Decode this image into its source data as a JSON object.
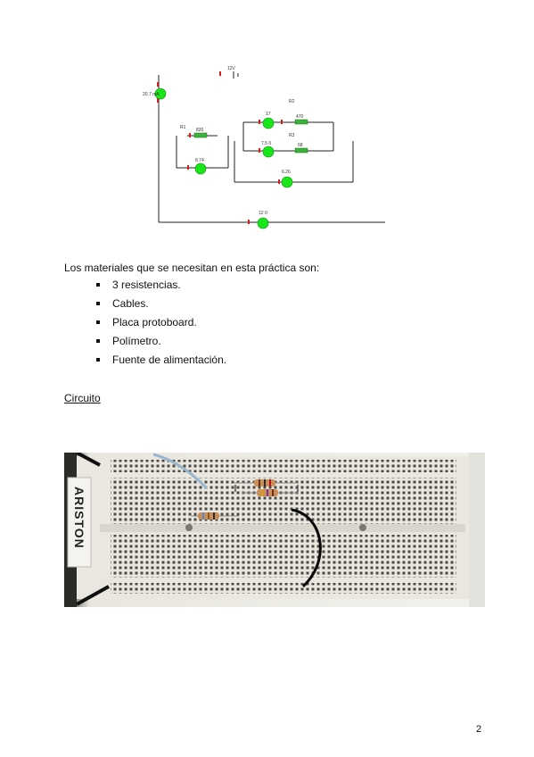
{
  "circuit": {
    "supply_label": "12V",
    "meter_labels": [
      "20.7 mA",
      "17",
      "7.5 0",
      "8.74",
      "6.26",
      "12 0"
    ],
    "resistor_labels": [
      "R1",
      "820",
      "R2",
      "470",
      "R3",
      "68"
    ],
    "meter_color": "#19e619",
    "resistor_color": "#3cb43c"
  },
  "intro": "Los materiales que se necesitan en esta práctica son:",
  "materials": [
    "3 resistencias.",
    "Cables.",
    "Placa protoboard.",
    "Polímetro.",
    "Fuente de alimentación."
  ],
  "section_title": "Circuito",
  "photo": {
    "brand": "ARISTON"
  },
  "page_number": "2"
}
